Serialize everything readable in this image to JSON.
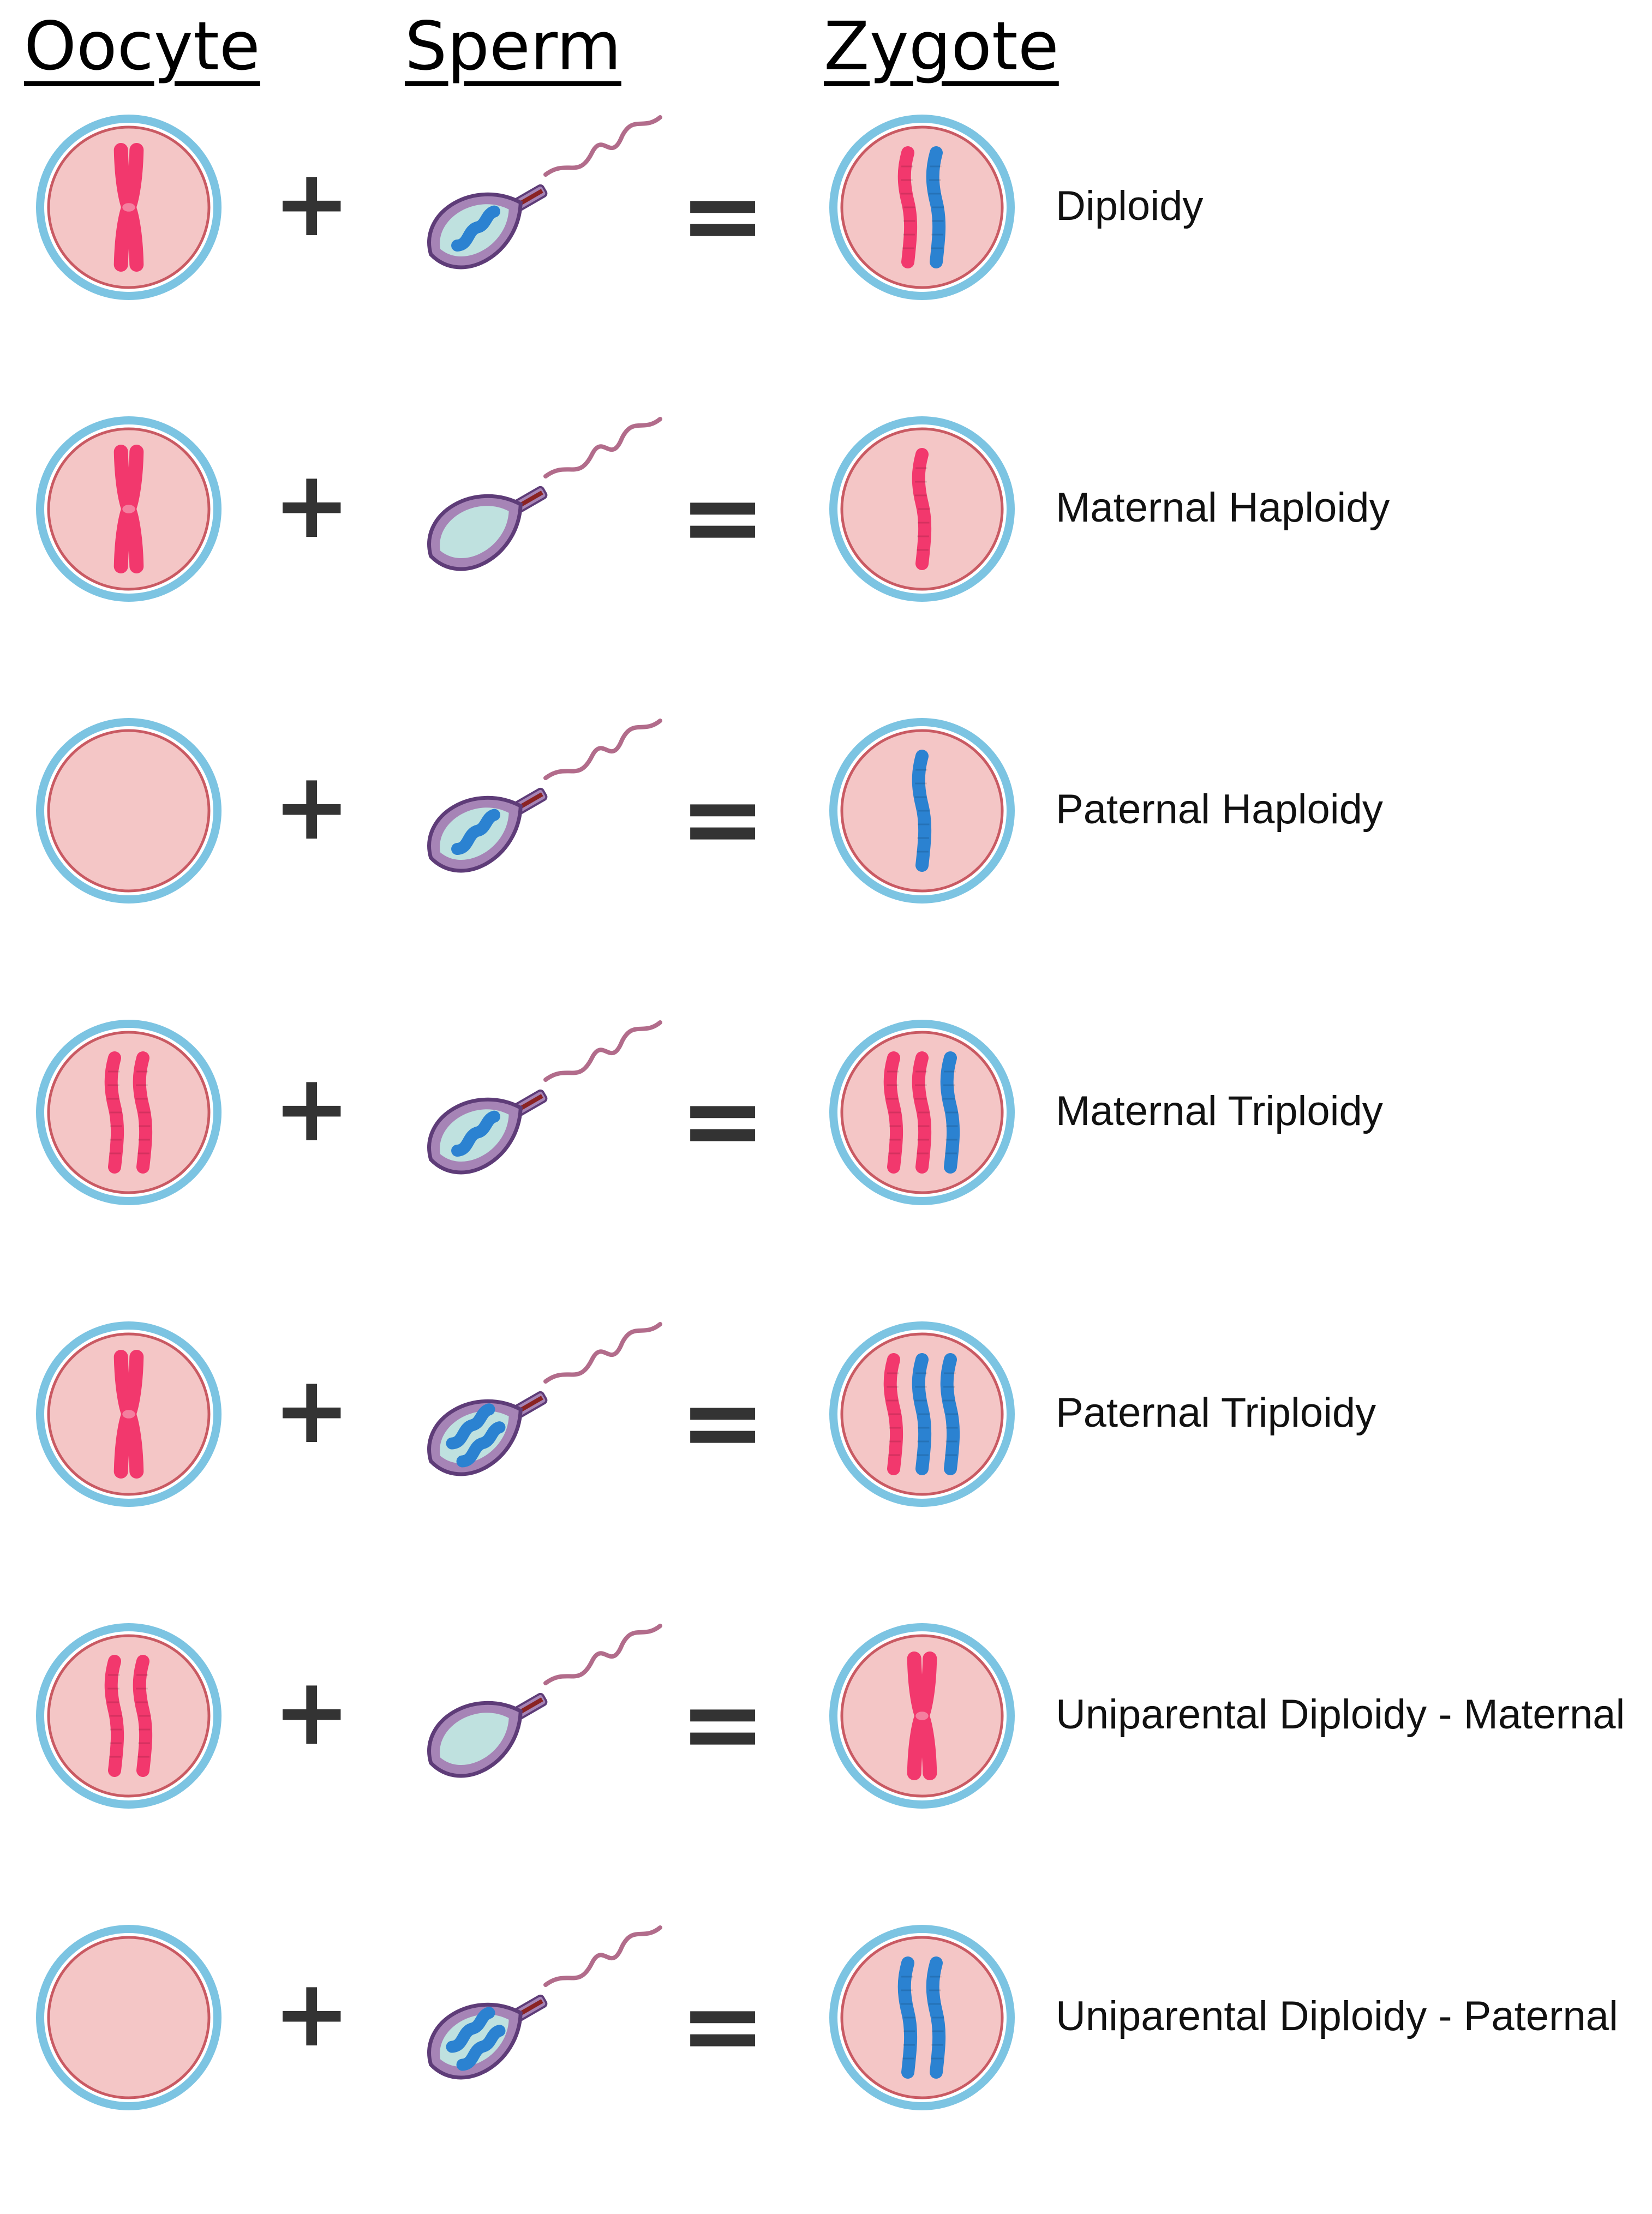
{
  "headers": {
    "oocyte": "Oocyte",
    "sperm": "Sperm",
    "zygote": "Zygote"
  },
  "symbols": {
    "plus": "+",
    "equals": "="
  },
  "colors": {
    "maternal_chromosome": "#f2386d",
    "paternal_chromosome": "#2b82d1",
    "cell_ring": "#7cc4e2",
    "cell_fill": "#f4c6c6",
    "cell_membrane": "#c95a63",
    "sperm_body": "#a684b6",
    "sperm_nucleus": "#bfe1df",
    "sperm_outline": "#5e3c78",
    "midpiece": "#8a2323",
    "flagellum": "#b26c8b"
  },
  "rows": [
    {
      "label": "Diploidy",
      "oocyte": [
        "maternal-x"
      ],
      "sperm": [
        "paternal-single"
      ],
      "zygote": [
        "maternal-single",
        "paternal-single"
      ]
    },
    {
      "label": "Maternal Haploidy",
      "oocyte": [
        "maternal-x"
      ],
      "sperm": [],
      "zygote": [
        "maternal-single"
      ]
    },
    {
      "label": "Paternal Haploidy",
      "oocyte": [],
      "sperm": [
        "paternal-single"
      ],
      "zygote": [
        "paternal-single"
      ]
    },
    {
      "label": "Maternal Triploidy",
      "oocyte": [
        "maternal-single",
        "maternal-single"
      ],
      "sperm": [
        "paternal-single"
      ],
      "zygote": [
        "maternal-single",
        "maternal-single",
        "paternal-single"
      ]
    },
    {
      "label": "Paternal Triploidy",
      "oocyte": [
        "maternal-x"
      ],
      "sperm": [
        "paternal-single",
        "paternal-single"
      ],
      "zygote": [
        "maternal-single",
        "paternal-single",
        "paternal-single"
      ]
    },
    {
      "label": "Uniparental Diploidy - Maternal",
      "oocyte": [
        "maternal-single",
        "maternal-single"
      ],
      "sperm": [],
      "zygote": [
        "maternal-x"
      ]
    },
    {
      "label": "Uniparental Diploidy - Paternal",
      "oocyte": [],
      "sperm": [
        "paternal-single",
        "paternal-single"
      ],
      "zygote": [
        "paternal-single",
        "paternal-single"
      ]
    }
  ]
}
